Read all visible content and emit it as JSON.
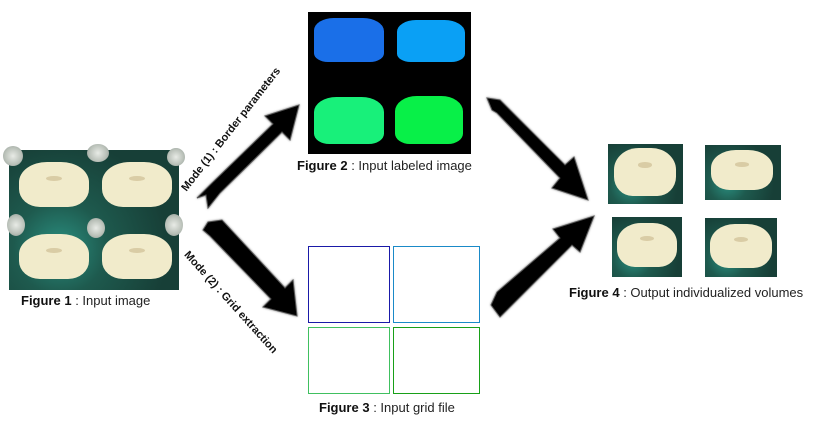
{
  "figures": {
    "fig1": {
      "number": "Figure 1",
      "sep": " : ",
      "text": "Input image"
    },
    "fig2": {
      "number": "Figure 2",
      "sep": " : ",
      "text": "Input labeled image"
    },
    "fig3": {
      "number": "Figure 3",
      "sep": " : ",
      "text": "Input grid file"
    },
    "fig4": {
      "number": "Figure 4",
      "sep": " : ",
      "text": "Output individualized volumes"
    }
  },
  "modes": {
    "mode1": "Mode (1) : Border parameters",
    "mode2": "Mode (2) : Grid extraction"
  },
  "labels": {
    "colors": [
      "#1a6fe8",
      "#0aa0f5",
      "#18f07a",
      "#08f048"
    ]
  },
  "grid": {
    "colors": [
      "#1a1aa8",
      "#1a8ac8",
      "#40c060",
      "#18a018"
    ]
  }
}
